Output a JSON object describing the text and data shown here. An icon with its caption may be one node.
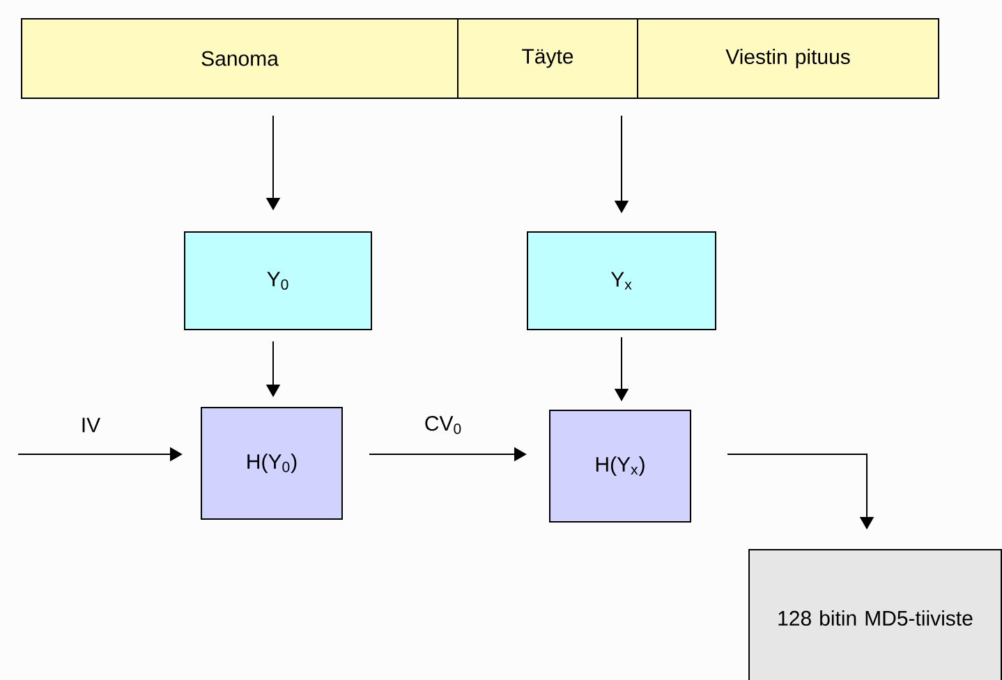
{
  "diagram": {
    "nodes": [
      {
        "text": [
          "Sanoma"
        ]
      },
      {
        "text": [
          "Täyte"
        ]
      },
      {
        "text": [
          "Viestin pituus"
        ]
      },
      {
        "text": [
          "Y$_{0}$"
        ]
      },
      {
        "text": [
          "Y$_{x}$"
        ]
      },
      {
        "text": [
          "H(Y$_{0}$)"
        ]
      },
      {
        "text": [
          "H(Y$_{x}$)"
        ]
      },
      {
        "text": [
          "128 bitin MD5-tiiviste"
        ]
      }
    ],
    "edges": [
      {
        "from": 0,
        "to": 3,
        "arrow": "to"
      },
      {
        "from": 1,
        "to": 4,
        "arrow": "to"
      },
      {
        "from": 3,
        "to": 5,
        "arrow": "to"
      },
      {
        "from": 4,
        "to": 6,
        "arrow": "to"
      },
      {
        "from": null,
        "to": 5,
        "arrow": "to",
        "label": "IV"
      },
      {
        "from": 5,
        "to": 6,
        "arrow": "to",
        "label": "CV$_{0}$"
      },
      {
        "from": 6,
        "to": 7,
        "arrow": "to"
      }
    ]
  }
}
